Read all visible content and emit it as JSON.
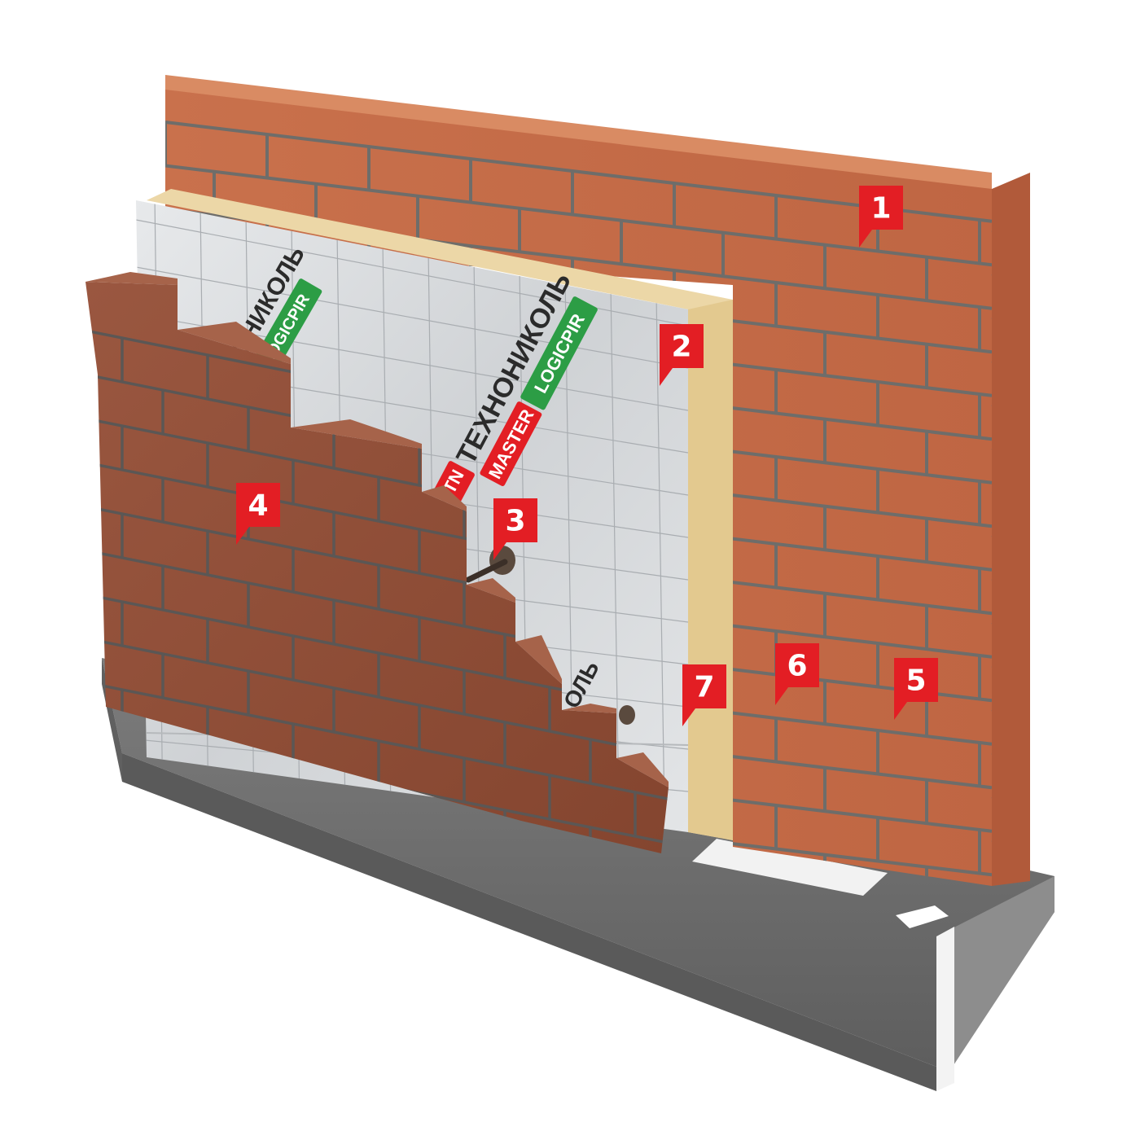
{
  "colors": {
    "accent_red": "#e31e24",
    "inner_brick": "#c46a46",
    "facing_brick": "#8f4d38",
    "insulation_foil": "#d6d8da",
    "insulation_core": "#ecd7a7",
    "foundation": "#6b6b6b",
    "mortar": "#6e6d6a",
    "logo_green": "#2c9d45"
  },
  "brand": {
    "name": "ТЕХНОНИКОЛЬ",
    "name_partial": "ОНИКОЛЬ",
    "name_fragment": "ОЛЬ",
    "product": "LOGICPIR",
    "line": "MASTER",
    "mark": "TN"
  },
  "markers": [
    {
      "id": "1",
      "label": "1",
      "component": "inner-brick-wall"
    },
    {
      "id": "2",
      "label": "2",
      "component": "pir-insulation-board"
    },
    {
      "id": "3",
      "label": "3",
      "component": "wall-tie-anchor"
    },
    {
      "id": "4",
      "label": "4",
      "component": "facing-brick-layer"
    },
    {
      "id": "5",
      "label": "5",
      "component": "foundation-base"
    },
    {
      "id": "6",
      "label": "6",
      "component": "ventilation-gap"
    },
    {
      "id": "7",
      "label": "7",
      "component": "waterproofing-layer"
    }
  ]
}
